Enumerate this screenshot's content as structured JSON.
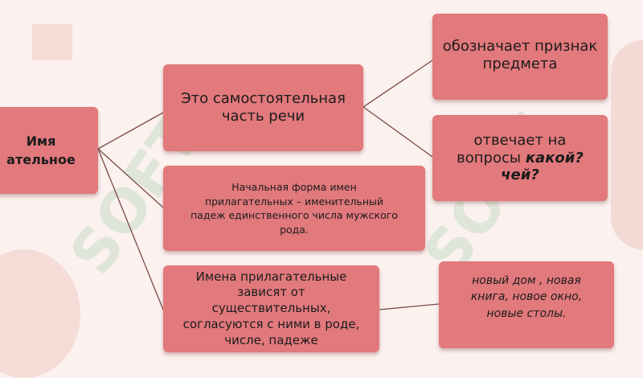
{
  "root": {
    "line1": "Имя",
    "line2": "ательное"
  },
  "definition": {
    "line1": "Это самостоятельная",
    "line2": "часть речи"
  },
  "feature": {
    "line1": "обозначает признак",
    "line2": "предмета"
  },
  "questions": {
    "line1": "отвечает на",
    "line2_prefix": "вопросы ",
    "line2_emph": "какой?",
    "line3_emph": "чей?"
  },
  "initial_form": {
    "lines": [
      "Начальная форма имен",
      "прилагательных – именительный",
      "падеж единственного числа мужского",
      "рода."
    ]
  },
  "agreement": {
    "lines": [
      "Имена прилагательные",
      "зависят от",
      "существительных,",
      "согласуются с ними в роде,",
      "числе, падеже"
    ]
  },
  "examples": {
    "lines": [
      "новый дом , новая",
      "книга, новое окно,",
      "новые столы."
    ]
  },
  "colors": {
    "box_fill": "#e2797c",
    "connector": "#7a4a45",
    "background": "#fbf1ee"
  }
}
